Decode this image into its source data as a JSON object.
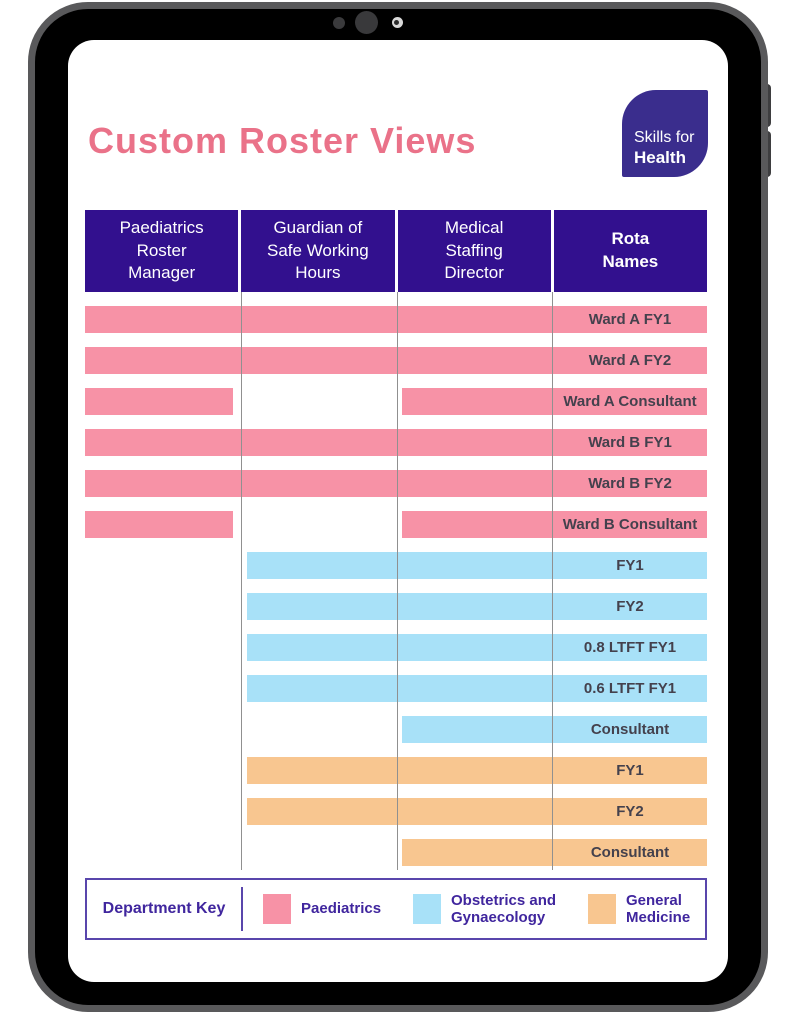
{
  "page": {
    "title": "Custom Roster Views",
    "logo": {
      "line1": "Skills for",
      "line2": "Health"
    }
  },
  "table": {
    "columns": [
      {
        "id": "paediatrics-roster-manager",
        "label": "Paediatrics\nRoster\nManager",
        "bold": false
      },
      {
        "id": "guardian-of-safe-working-hours",
        "label": "Guardian of\nSafe Working\nHours",
        "bold": false
      },
      {
        "id": "medical-staffing-director",
        "label": "Medical\nStaffing\nDirector",
        "bold": false
      },
      {
        "id": "rota-names",
        "label": "Rota\nNames",
        "bold": true
      }
    ],
    "rows": [
      {
        "name": "Ward A FY1",
        "department": "paediatrics",
        "access": [
          true,
          true,
          true
        ]
      },
      {
        "name": "Ward A FY2",
        "department": "paediatrics",
        "access": [
          true,
          true,
          true
        ]
      },
      {
        "name": "Ward A Consultant",
        "department": "paediatrics",
        "access": [
          true,
          false,
          true
        ]
      },
      {
        "name": "Ward B FY1",
        "department": "paediatrics",
        "access": [
          true,
          true,
          true
        ]
      },
      {
        "name": "Ward B FY2",
        "department": "paediatrics",
        "access": [
          true,
          true,
          true
        ]
      },
      {
        "name": "Ward B Consultant",
        "department": "paediatrics",
        "access": [
          true,
          false,
          true
        ]
      },
      {
        "name": "FY1",
        "department": "obstetrics_gynaecology",
        "access": [
          false,
          true,
          true
        ]
      },
      {
        "name": "FY2",
        "department": "obstetrics_gynaecology",
        "access": [
          false,
          true,
          true
        ]
      },
      {
        "name": "0.8 LTFT FY1",
        "department": "obstetrics_gynaecology",
        "access": [
          false,
          true,
          true
        ]
      },
      {
        "name": "0.6 LTFT FY1",
        "department": "obstetrics_gynaecology",
        "access": [
          false,
          true,
          true
        ]
      },
      {
        "name": "Consultant",
        "department": "obstetrics_gynaecology",
        "access": [
          false,
          false,
          true
        ]
      },
      {
        "name": "FY1",
        "department": "general_medicine",
        "access": [
          false,
          true,
          true
        ]
      },
      {
        "name": "FY2",
        "department": "general_medicine",
        "access": [
          false,
          true,
          true
        ]
      },
      {
        "name": "Consultant",
        "department": "general_medicine",
        "access": [
          false,
          false,
          true
        ]
      }
    ]
  },
  "legend": {
    "title": "Department Key",
    "items": [
      {
        "department": "paediatrics",
        "label": "Paediatrics",
        "color": "#F792A6"
      },
      {
        "department": "obstetrics_gynaecology",
        "label": "Obstetrics and\nGynaecology",
        "color": "#A8E1F8"
      },
      {
        "department": "general_medicine",
        "label": "General\nMedicine",
        "color": "#F8C690"
      }
    ]
  },
  "colors": {
    "departments": {
      "paediatrics": "#F792A6",
      "obstetrics_gynaecology": "#A8E1F8",
      "general_medicine": "#F8C690"
    },
    "title": "#EA7289",
    "header_bg": "#32108E",
    "logo_bg": "#3A2D8D",
    "row_label": "#44414D",
    "legend_border": "#5946AC",
    "legend_text": "#40269E",
    "divider": "#909090",
    "frame": "#59595B",
    "side_button": "#3E3E40"
  }
}
